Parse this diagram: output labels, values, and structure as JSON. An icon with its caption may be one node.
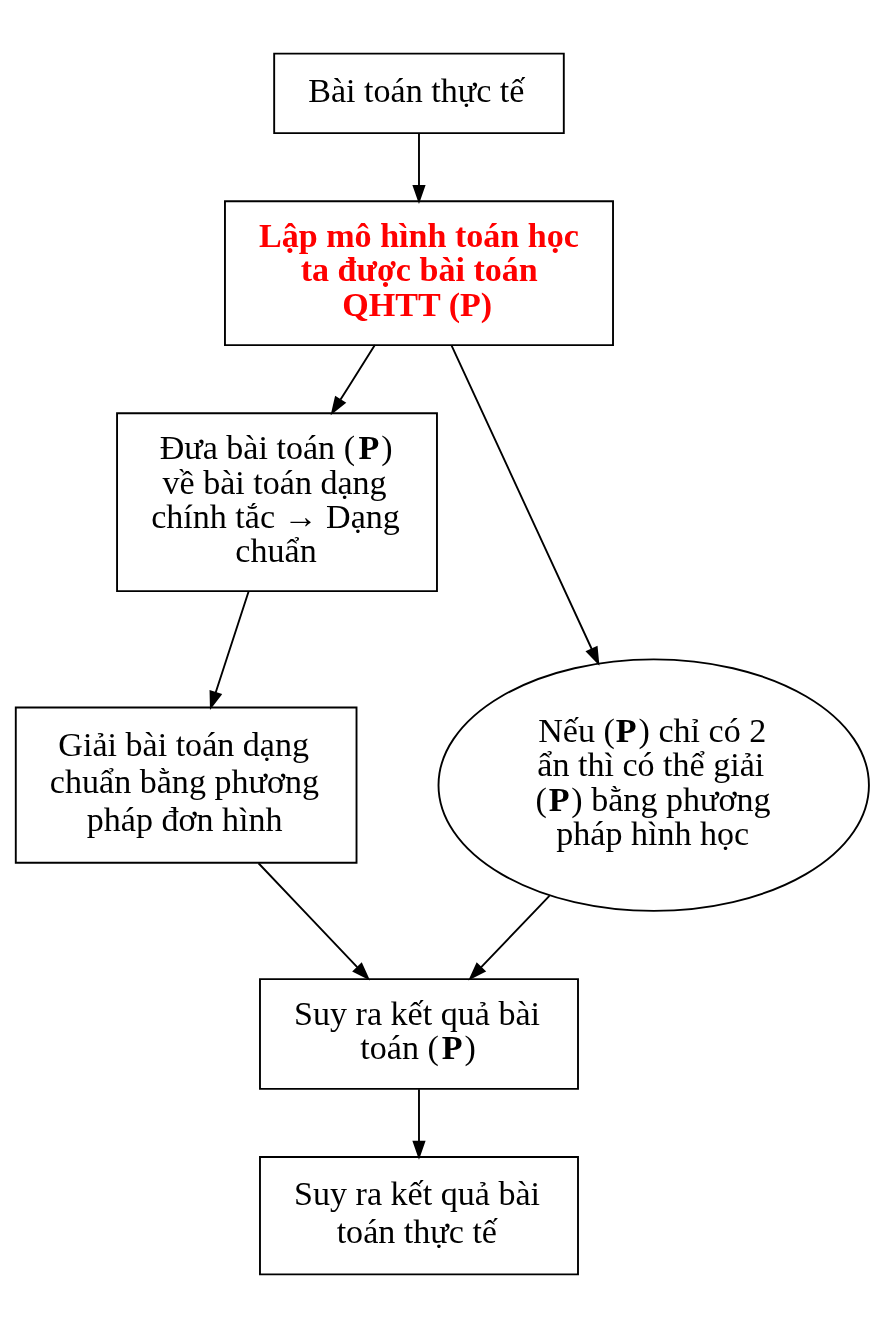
{
  "diagram": {
    "nodes": [
      {
        "text": [
          "Bài toán thực tế"
        ]
      },
      {
        "text": [
          "Lập mô hình toán học ta được bài toán QHTT (P)"
        ]
      },
      {
        "text": [
          "Đưa bài toán (**P**) về bài toán dạng chính tắc → Dạng chuẩn"
        ]
      },
      {
        "text": [
          "Giải bài toán dạng chuẩn bằng phương pháp đơn hình"
        ]
      },
      {
        "text": [
          "Nếu (**P**) chỉ có 2 ẩn thì có thể giải (**P**) bằng phương pháp hình học"
        ]
      },
      {
        "text": [
          "Suy ra kết quả bài toán (**P**)"
        ]
      },
      {
        "text": [
          "Suy ra kết quả bài toán thực tế"
        ]
      }
    ],
    "edges": [
      {
        "from": 0,
        "to": 1,
        "arrow": "to"
      },
      {
        "from": 1,
        "to": 2,
        "arrow": "to"
      },
      {
        "from": 1,
        "to": 4,
        "arrow": "to"
      },
      {
        "from": 2,
        "to": 3,
        "arrow": "to"
      },
      {
        "from": 3,
        "to": 5,
        "arrow": "to"
      },
      {
        "from": 4,
        "to": 5,
        "arrow": "to"
      },
      {
        "from": 5,
        "to": 6,
        "arrow": "to"
      }
    ]
  }
}
